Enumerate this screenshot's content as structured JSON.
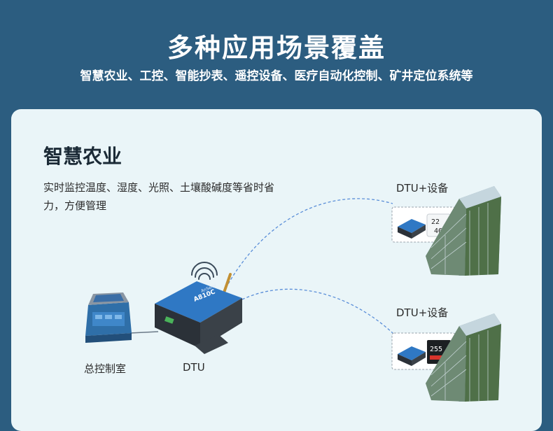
{
  "header": {
    "title": "多种应用场景覆盖",
    "subtitle": "智慧农业、工控、智能抄表、遥控设备、医疗自动化控制、矿井定位系统等"
  },
  "section": {
    "title": "智慧农业",
    "description": "实时监控温度、湿度、光照、土壤酸碱度等省时省力，方便管理"
  },
  "diagram": {
    "control_room_label": "总控制室",
    "dtu_label": "DTU",
    "device_label_top": "DTU+设备",
    "device_label_bottom": "DTU+设备",
    "dtu_brand": "AnSemi",
    "dtu_model": "A810C",
    "sensor_top_temp": "22",
    "sensor_top_humidity": "46",
    "sensor_bottom_temp": "255"
  },
  "colors": {
    "background": "#2c5d80",
    "card": "#eaf5f8",
    "accent_blue": "#2f78c4",
    "dash_line": "#5a8ed8"
  },
  "icons": [
    "wifi-signal-icon",
    "control-console-icon",
    "dtu-device-icon",
    "greenhouse-icon",
    "sensor-icon"
  ]
}
